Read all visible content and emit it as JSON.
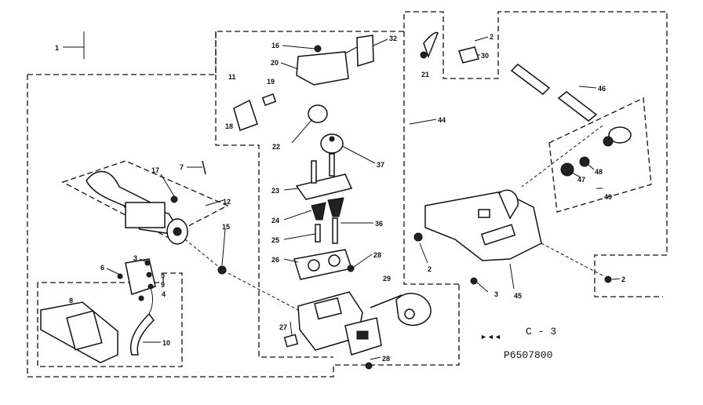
{
  "diagram": {
    "callouts": {
      "c1": "1",
      "c2": "2",
      "c2b": "2",
      "c2c": "2",
      "c3": "3",
      "c3b": "3",
      "c4": "4",
      "c5": "5",
      "c6": "6",
      "c7": "7",
      "c8": "8",
      "c9": "9",
      "c10": "10",
      "c11": "11",
      "c12": "12",
      "c15": "15",
      "c16": "16",
      "c17": "17",
      "c18": "18",
      "c19": "19",
      "c20": "20",
      "c21": "21",
      "c22": "22",
      "c23": "23",
      "c24": "24",
      "c25": "25",
      "c26": "26",
      "c27": "27",
      "c28": "28",
      "c28b": "28",
      "c29": "29",
      "c30": "30",
      "c32": "32",
      "c36": "36",
      "c37": "37",
      "c44": "44",
      "c45": "45",
      "c46": "46",
      "c47": "47",
      "c48": "48",
      "c49": "49"
    },
    "section_code": "C - 3",
    "model_code": "P6507800",
    "small_mark": "►◄◄"
  }
}
